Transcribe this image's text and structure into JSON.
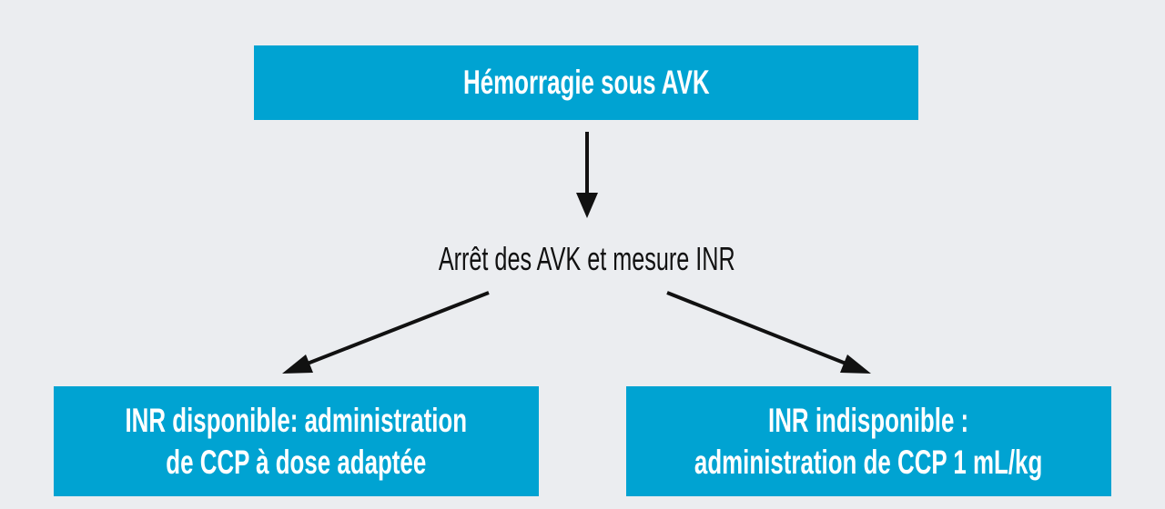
{
  "top_box": {
    "label": "Hémorragie sous AVK"
  },
  "middle_step": {
    "label": "Arrêt des AVK et mesure INR"
  },
  "left_box": {
    "line1": "INR disponible: administration",
    "line2": "de CCP à dose adaptée"
  },
  "right_box": {
    "line1": "INR indisponible :",
    "line2": "administration de CCP 1 mL/kg"
  },
  "colors": {
    "box": "#00a3d2",
    "background": "#ebedf0",
    "arrow": "#111111"
  }
}
